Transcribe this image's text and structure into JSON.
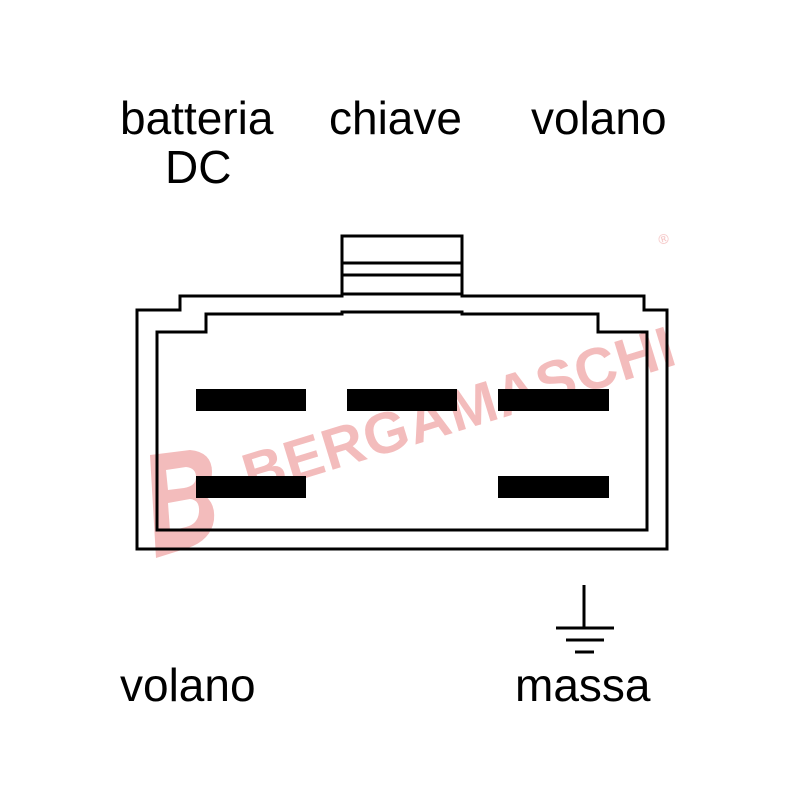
{
  "labels": {
    "top_left_line1": "batteria",
    "top_left_line2": "DC",
    "top_center": "chiave",
    "top_right": "volano",
    "bottom_left": "volano",
    "bottom_right": "massa"
  },
  "watermark": {
    "text": "BERGAMASCHI",
    "registered_mark": "®",
    "logo_letter": "B",
    "color": "#f2b5b5"
  },
  "colors": {
    "line": "#000000",
    "background": "#ffffff"
  },
  "icons": {
    "ground": "ground-symbol-icon"
  }
}
